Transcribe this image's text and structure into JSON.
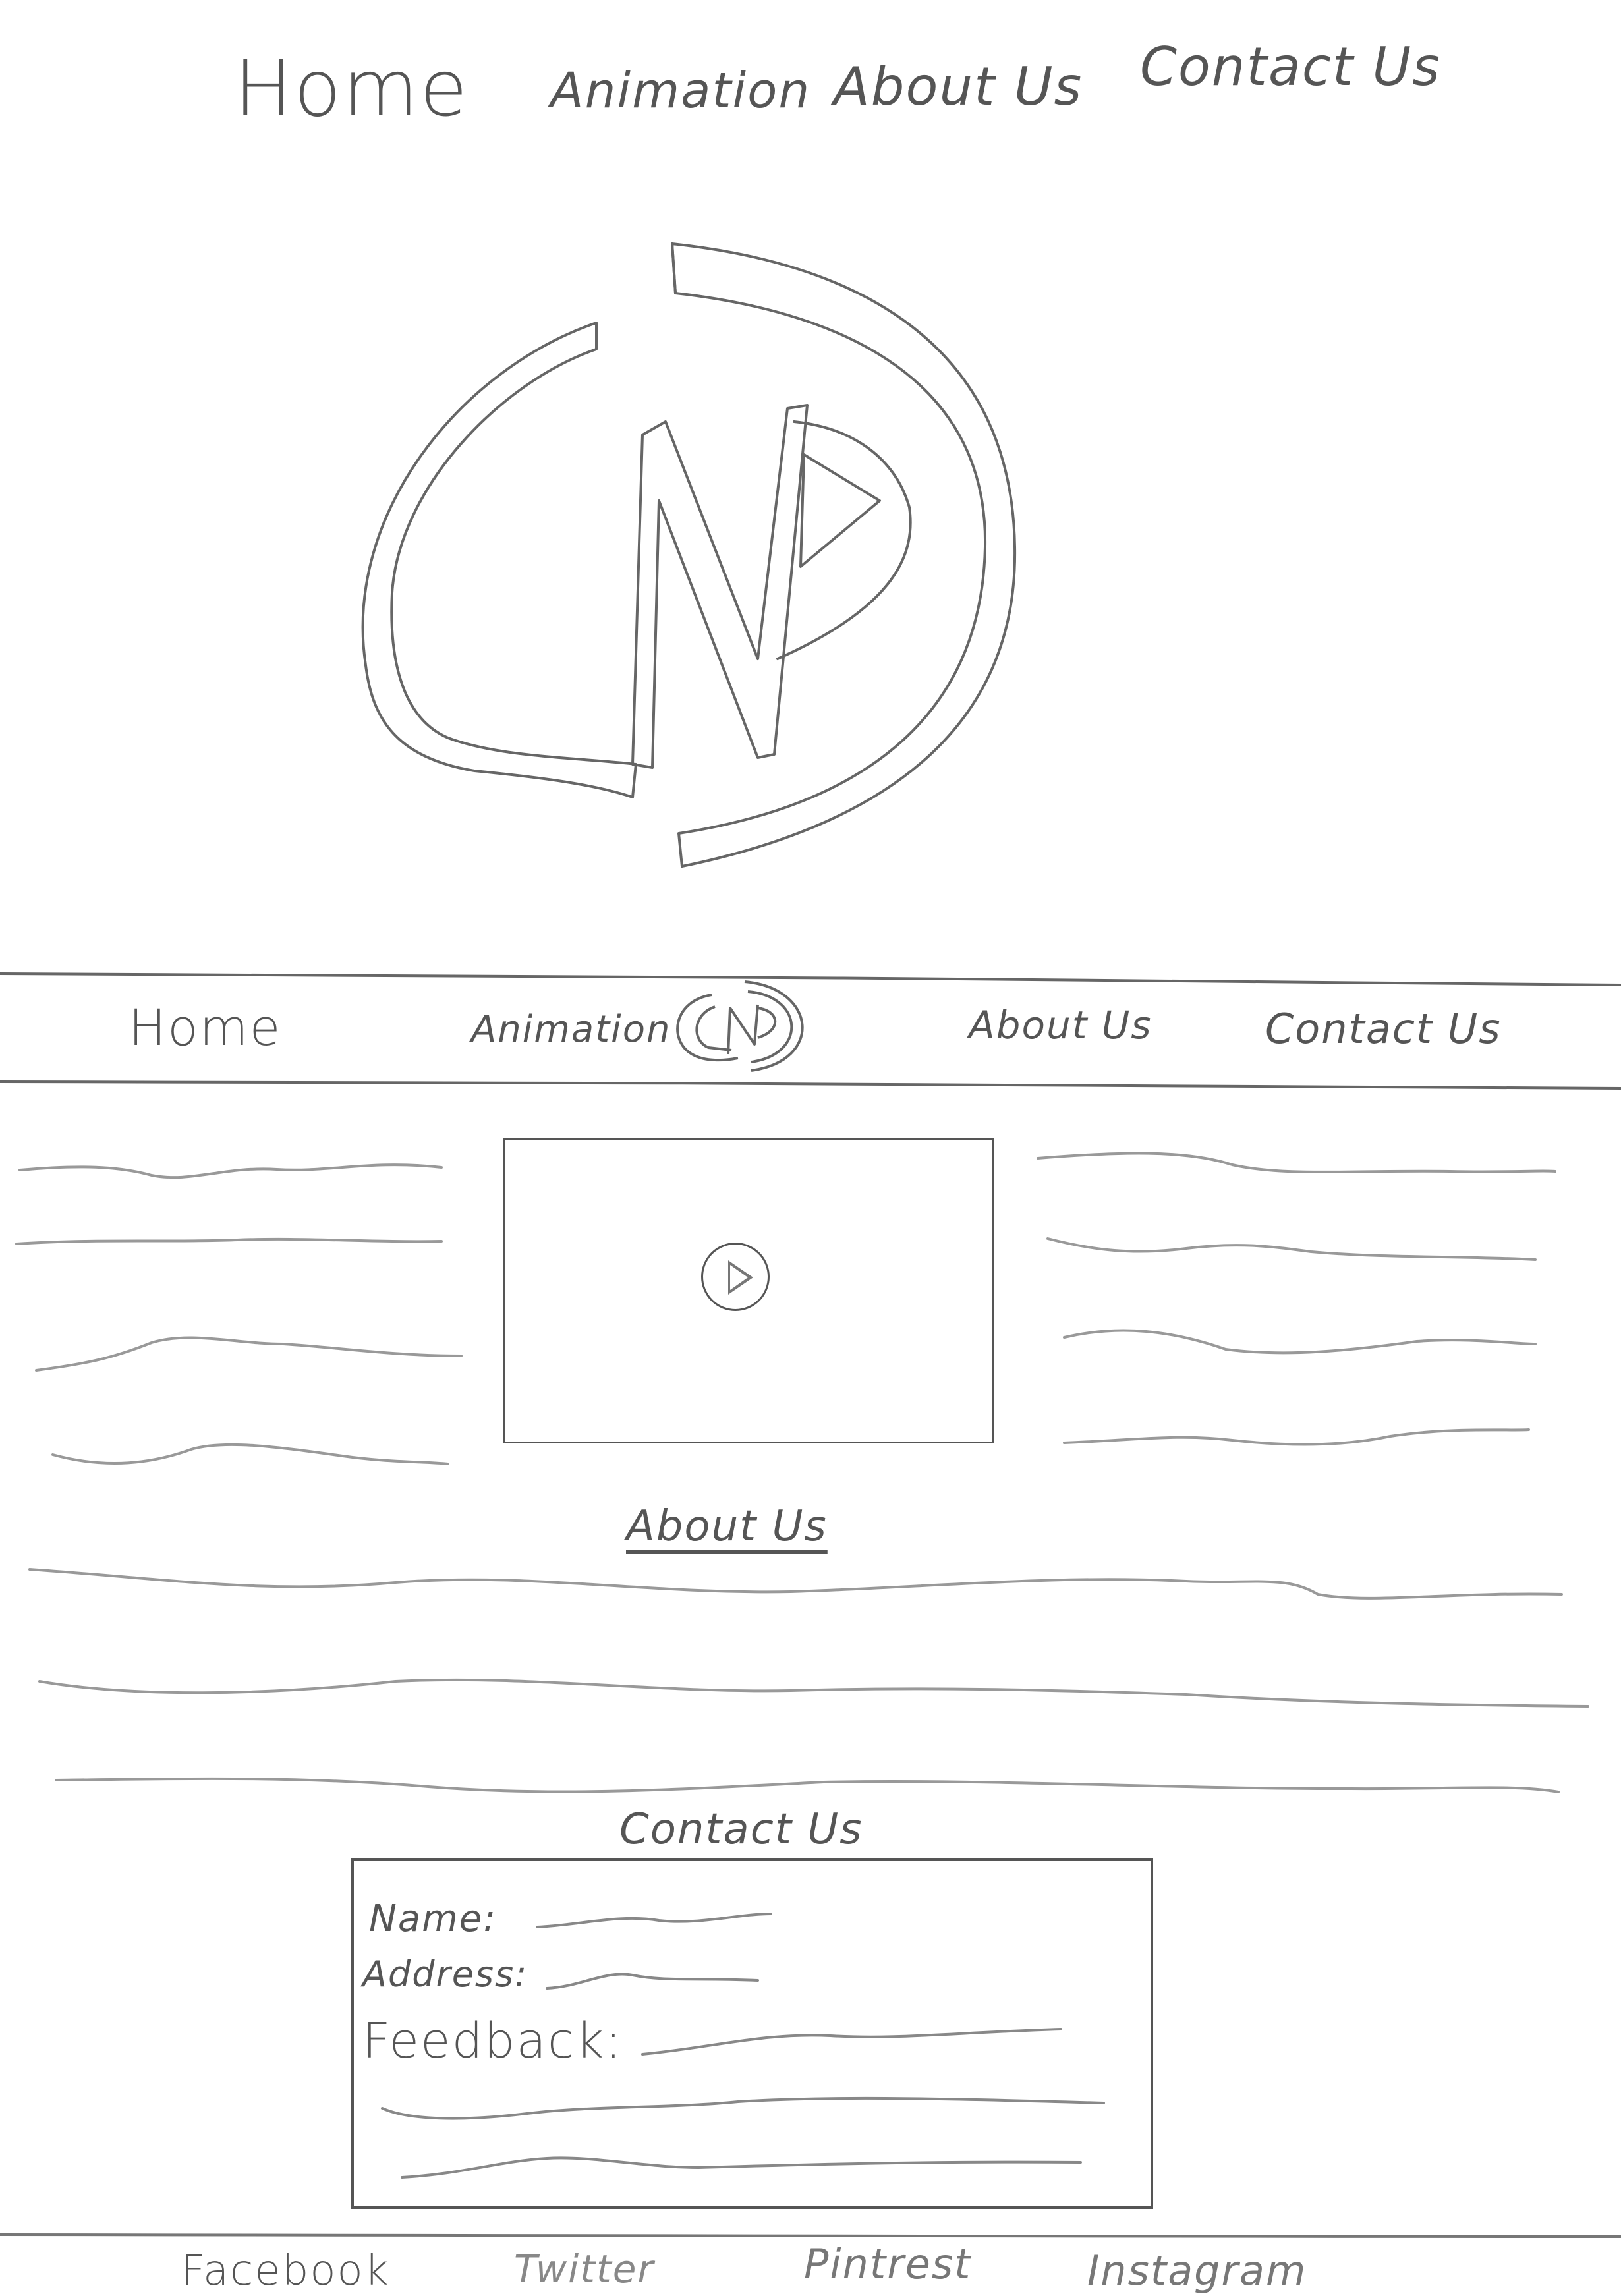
{
  "top_nav": {
    "home": "Home",
    "animation": "Animation",
    "about": "About Us",
    "contact": "Contact Us"
  },
  "logo": {
    "letters": "CNP"
  },
  "nav_bar": {
    "home": "Home",
    "animation": "Animation",
    "about": "About Us",
    "contact": "Contact Us"
  },
  "sections": {
    "about_title": "About Us",
    "contact_title": "Contact Us"
  },
  "contact_form": {
    "name_label": "Name:",
    "address_label": "Address:",
    "feedback_label": "Feedback:"
  },
  "footer": {
    "facebook": "Facebook",
    "twitter": "Twitter",
    "pintrest": "Pintrest",
    "instagram": "Instagram"
  },
  "colors": {
    "pencil": "#555555",
    "pencil_light": "#999999",
    "paper": "#ffffff"
  }
}
